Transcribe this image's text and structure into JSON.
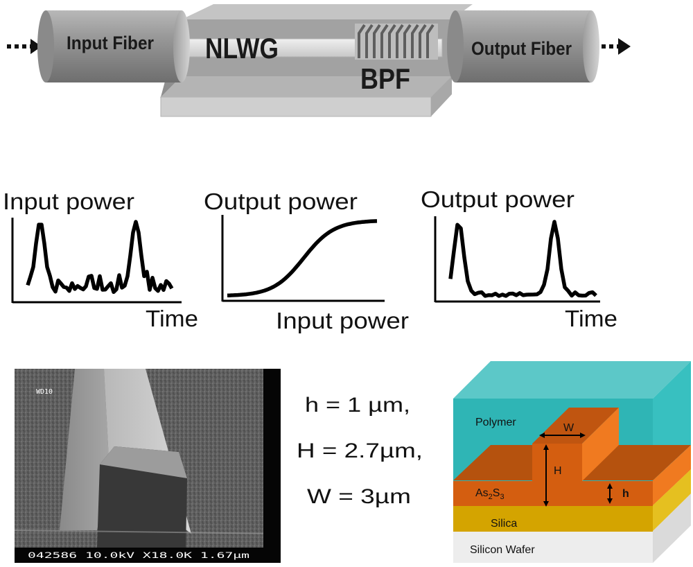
{
  "setup": {
    "input_fiber": "Input Fiber",
    "nlwg": "NLWG",
    "bpf": "BPF",
    "output_fiber": "Output Fiber"
  },
  "plots": {
    "input_power_title": "Input power",
    "input_time_label": "Time",
    "transfer_title": "Output power",
    "transfer_xlabel": "Input power",
    "output_power_title": "Output power",
    "output_time_label": "Time"
  },
  "sem": {
    "top_label": "WD10",
    "bottom_label": "042586 10.0kV X18.0K 1.67µm"
  },
  "params": {
    "h": "h = 1 µm,",
    "H": "H = 2.7µm,",
    "W": "W = 3µm"
  },
  "cross_section": {
    "polymer": "Polymer",
    "w": "W",
    "H": "H",
    "h": "h",
    "as2s3_base": "As",
    "as2s3_sub1": "2",
    "as2s3_mid": "S",
    "as2s3_sub2": "3",
    "silica": "Silica",
    "silicon_wafer": "Silicon Wafer"
  },
  "colors": {
    "polymer": "#2fb5b5",
    "as2s3": "#d45e10",
    "silica": "#d4a400",
    "wafer": "#e6e6e6",
    "fiber_gray": "#8c8c8c"
  }
}
